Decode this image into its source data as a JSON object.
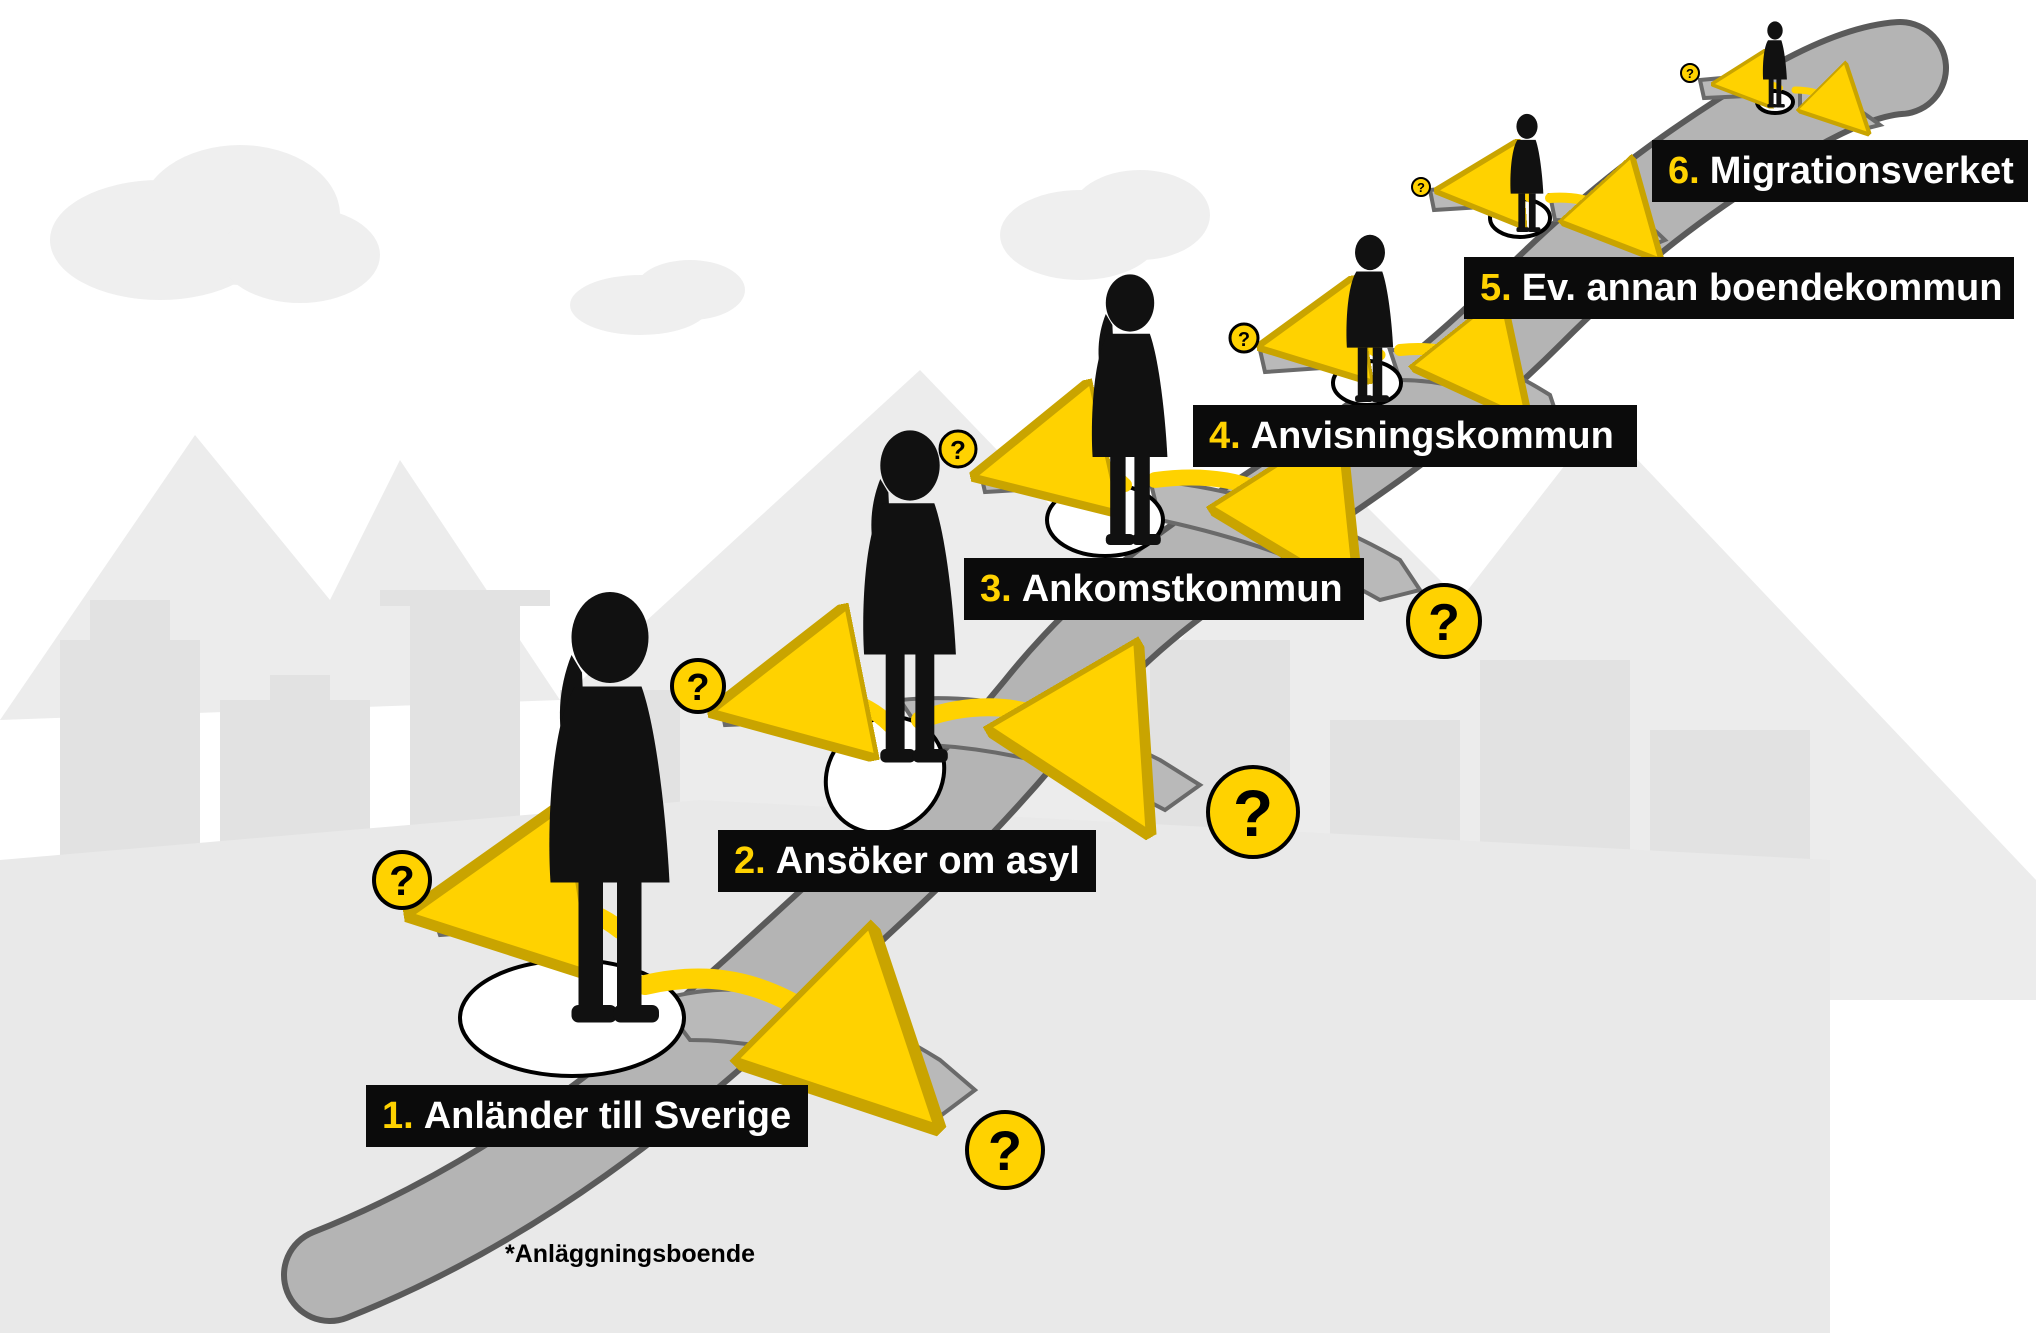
{
  "steps": [
    {
      "num": "1.",
      "label": "Anländer till Sverige"
    },
    {
      "num": "2.",
      "label": "Ansöker om asyl"
    },
    {
      "num": "3.",
      "label": "Ankomstkommun"
    },
    {
      "num": "4.",
      "label": "Anvisningskommun"
    },
    {
      "num": "5.",
      "label": "Ev. annan boendekommun"
    },
    {
      "num": "6.",
      "label": "Migrationsverket"
    }
  ],
  "question_mark": "?",
  "footnote": "*Anläggningsboende",
  "colors": {
    "accent": "#ffd200",
    "label_bg": "#0b0b0b",
    "road": "#b4b4b4",
    "road_edge": "#5a5a5a",
    "skyline": "#e4e4e4",
    "ground": "#ebebeb",
    "silhouette": "#111111"
  }
}
